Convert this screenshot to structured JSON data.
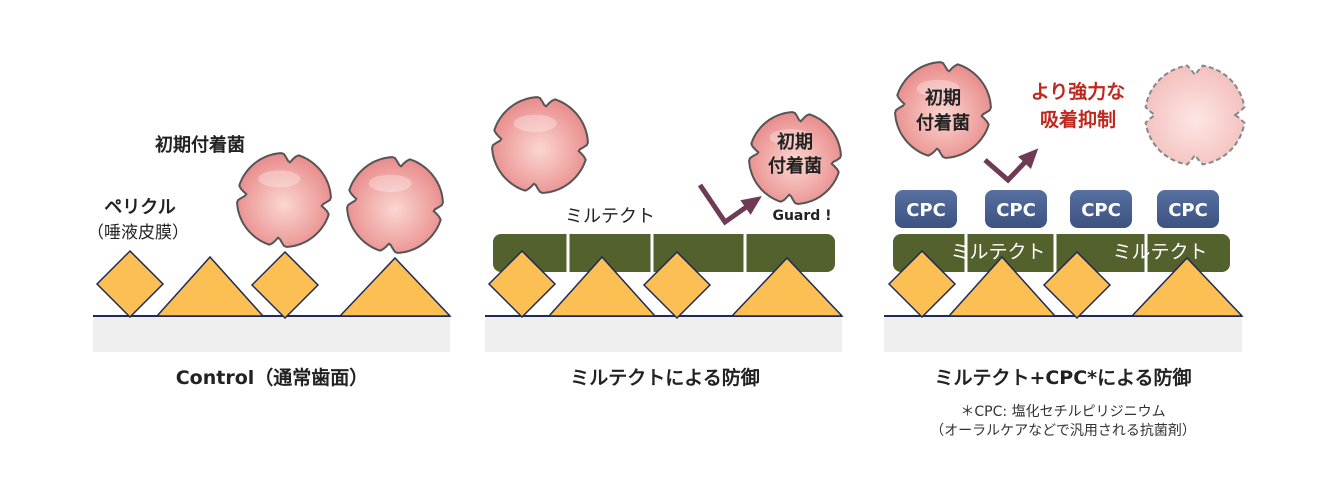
{
  "panel1": {
    "bacteria_label": "初期付着菌",
    "pellicle_label": "ペリクル",
    "pellicle_sub": "（唾液皮膜）",
    "caption": "Control（通常歯面）"
  },
  "panel2": {
    "bacteria_label_1": "初期",
    "bacteria_label_2": "付着菌",
    "coating_label": "ミルテクト",
    "guard_label": "Guard !",
    "caption": "ミルテクトによる防御"
  },
  "panel3": {
    "bacteria_label_1": "初期",
    "bacteria_label_2": "付着菌",
    "effect_line_1": "より強力な",
    "effect_line_2": "吸着抑制",
    "cpc_labels": [
      "CPC",
      "CPC",
      "CPC",
      "CPC"
    ],
    "coating_labels": [
      "ミルテクト",
      "ミルテクト"
    ],
    "caption": "ミルテクト+CPC*による防御",
    "footnote_1": "＊CPC: 塩化セチルピリジニウム",
    "footnote_2": "（オーラルケアなどで汎用される抗菌剤）"
  },
  "colors": {
    "enamel": "#fbbf54",
    "coating": "#53612c",
    "cpc": "#47608f",
    "bacteria": "#ee9a98",
    "arrow": "#6f3a55",
    "accent_red": "#c0281f",
    "ground": "#efefef"
  }
}
